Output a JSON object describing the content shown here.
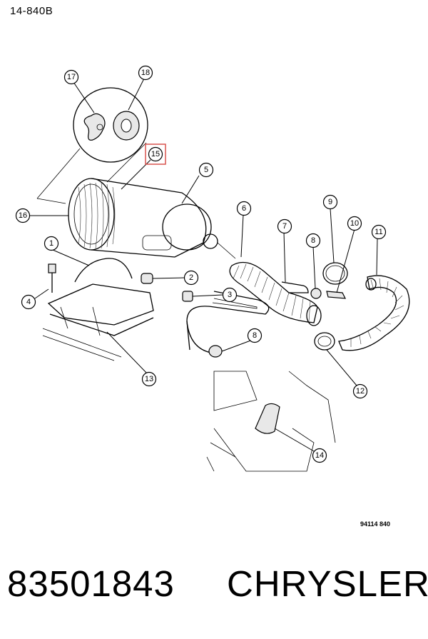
{
  "page_code": "14-840B",
  "drawing_id": "94114  840",
  "part_number": "83501843",
  "brand": "CHRYSLER",
  "highlight_color": "#d9534f",
  "callouts": {
    "c1": "1",
    "c2": "2",
    "c3": "3",
    "c4": "4",
    "c5": "5",
    "c6": "6",
    "c7": "7",
    "c8a": "8",
    "c8b": "8",
    "c9": "9",
    "c10": "10",
    "c11": "11",
    "c12": "12",
    "c13": "13",
    "c14": "14",
    "c15": "15",
    "c16": "16",
    "c17": "17",
    "c18": "18"
  }
}
